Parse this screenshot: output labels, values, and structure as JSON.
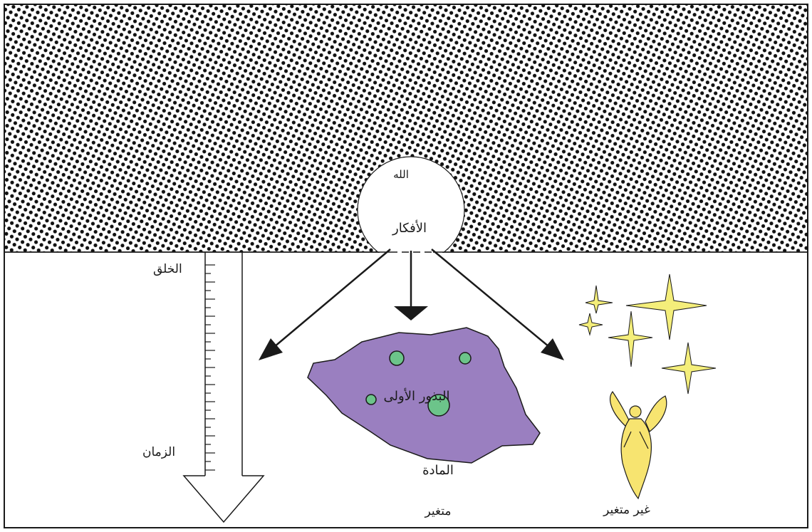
{
  "diagram": {
    "god_label": "الله",
    "ideas_label": "الأفكار",
    "creation_label": "الخلق",
    "time_label": "الزمان",
    "seeds_label": "البذور الأولى",
    "matter_label": "المادة",
    "changing_label": "متغير",
    "unchanging_label": "غير متغير"
  },
  "colors": {
    "dotted_background": "#ffffff",
    "dot_color": "#111111",
    "matter_blob": "#9a7fc0",
    "seed_circle": "#6cc48a",
    "star": "#f4ee7a",
    "angel": "#f7e470",
    "line": "#1a1a1a"
  },
  "icons": [
    "stars-icon",
    "angel-icon"
  ]
}
